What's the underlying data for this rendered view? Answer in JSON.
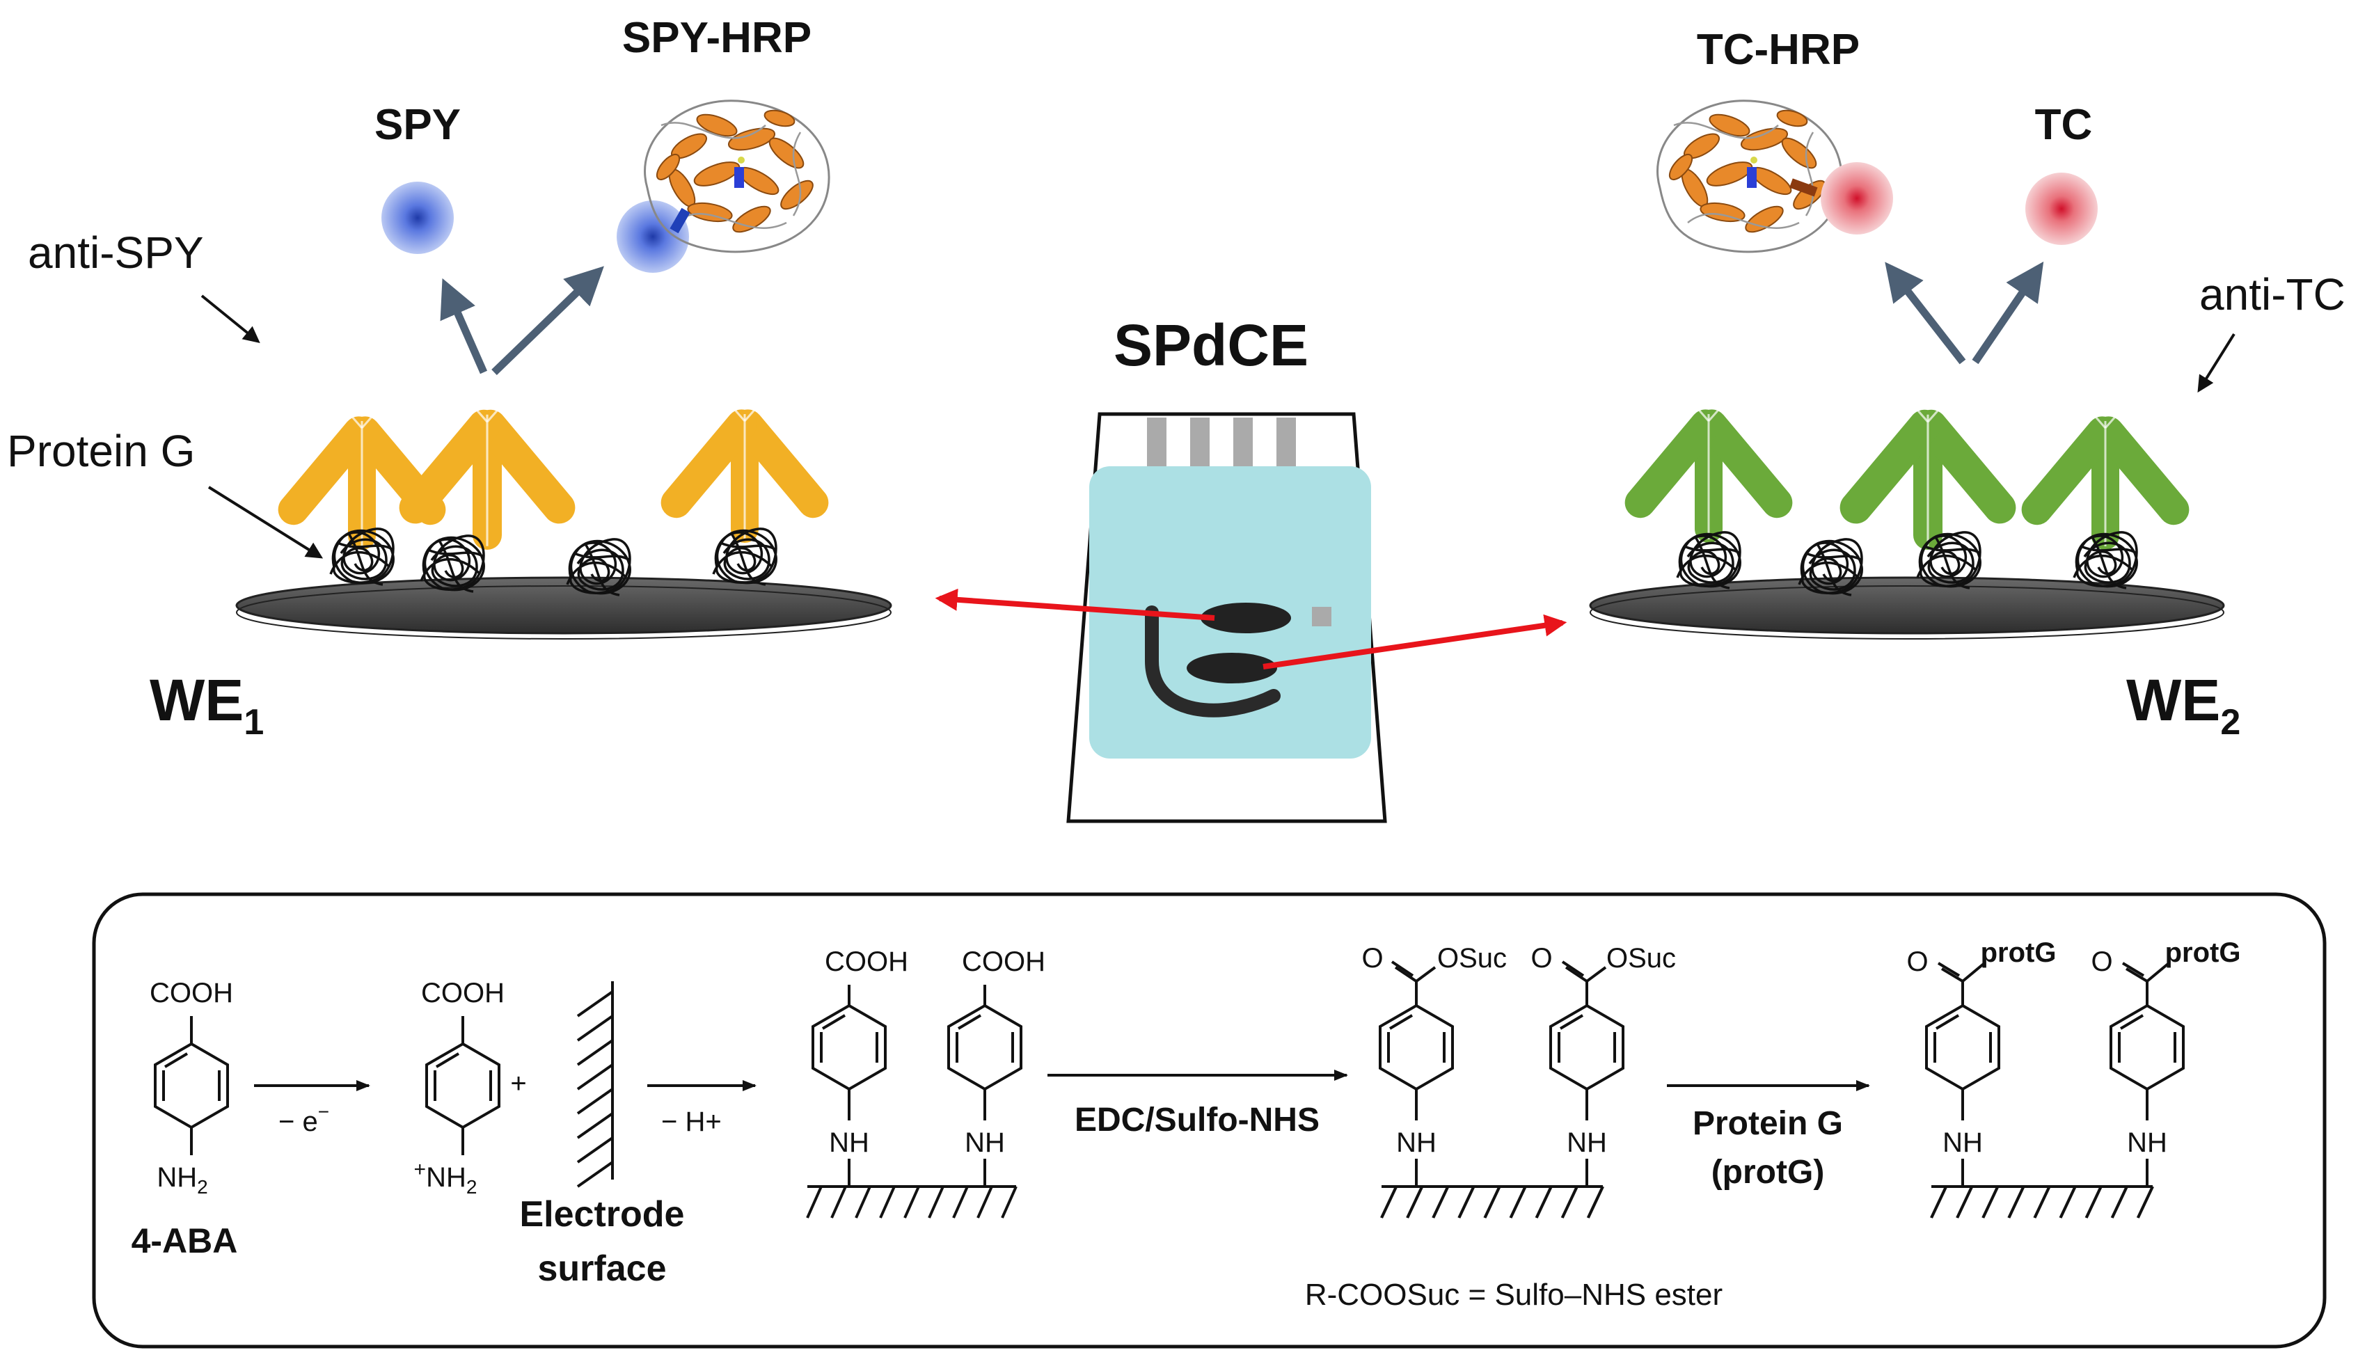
{
  "top": {
    "center_title": "SPdCE",
    "left": {
      "analyte": "SPY",
      "conjugate": "SPY-HRP",
      "antibody_label": "anti-SPY",
      "protein_label": "Protein G",
      "electrode": "WE",
      "electrode_sub": "1"
    },
    "right": {
      "analyte": "TC",
      "conjugate": "TC-HRP",
      "antibody_label": "anti-TC",
      "electrode": "WE",
      "electrode_sub": "2"
    },
    "colors": {
      "left_antibody": "#F2B025",
      "right_antibody": "#6BAA3A",
      "left_analyte": "#3E5FD8",
      "right_analyte": "#E0404E",
      "electrode_disc": "#4a4a4a",
      "link_arrow": "#E8141B",
      "sensor_fill": "#ACE0E4",
      "enzyme": "#E8892A"
    }
  },
  "scheme": {
    "reactant": {
      "top_group": "COOH",
      "bottom_group": "NH",
      "bottom_sub": "2",
      "name": "4-ABA"
    },
    "step1": {
      "label": "− e",
      "sup": "−"
    },
    "cation": {
      "top_group": "COOH",
      "bottom_plus": "+",
      "bottom_group": "NH",
      "bottom_sub": "2"
    },
    "plus_sign": "+",
    "electrode": {
      "line1": "Electrode",
      "line2": "surface"
    },
    "step2": {
      "label": "− H+"
    },
    "grafted": {
      "top_group": "COOH",
      "linker": "NH"
    },
    "step3": {
      "label": "EDC/Sulfo-NHS"
    },
    "activated": {
      "o_label": "O",
      "ester": "OSuc",
      "linker": "NH"
    },
    "step4": {
      "line1": "Protein G",
      "line2": "(protG)"
    },
    "final": {
      "o_label": "O",
      "group": "protG",
      "linker": "NH"
    },
    "footnote": "R-COOSuc = Sulfo–NHS ester"
  }
}
